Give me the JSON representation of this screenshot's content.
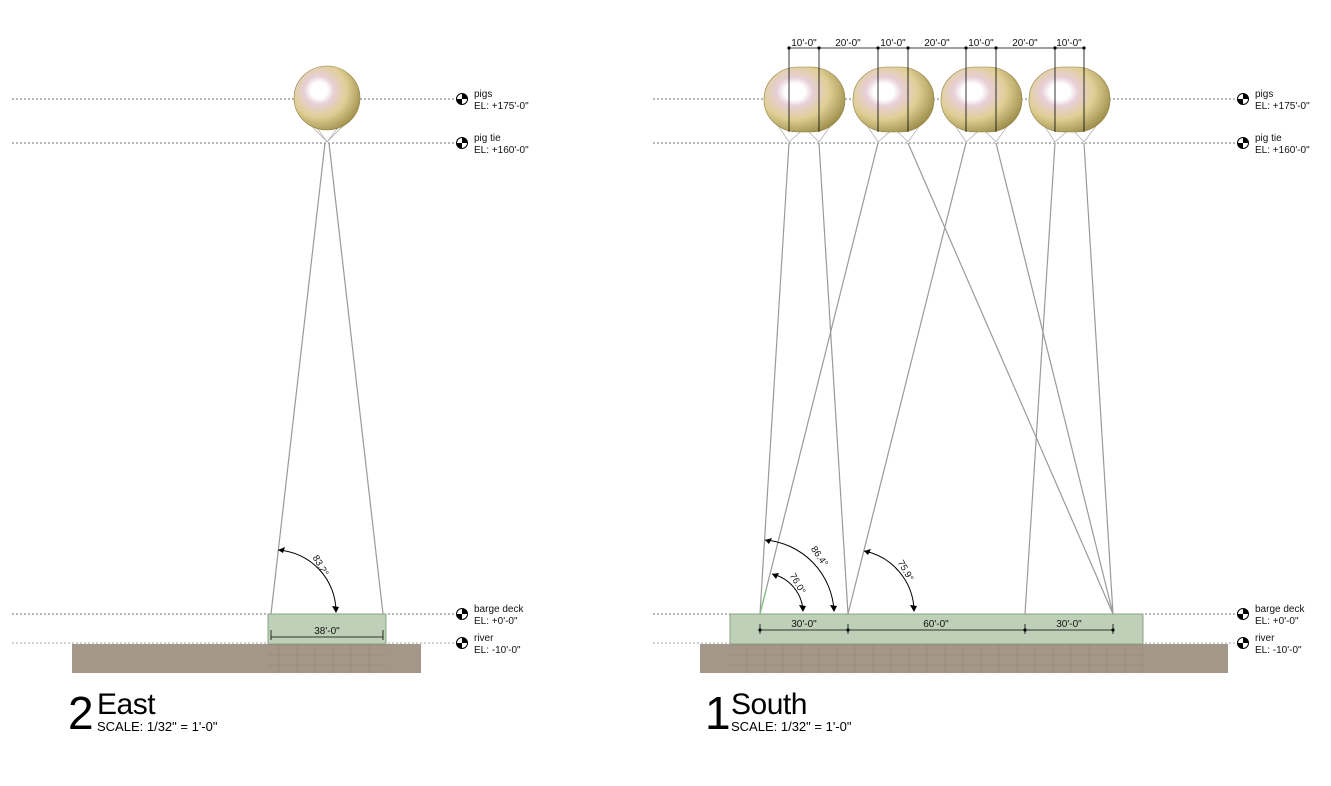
{
  "levels": {
    "pigs": {
      "name": "pigs",
      "el": "EL:  +175'-0\""
    },
    "pigtie": {
      "name": "pig tie",
      "el": "EL:  +160'-0\""
    },
    "deck": {
      "name": "barge deck",
      "el": "EL:  +0'-0\""
    },
    "river": {
      "name": "river",
      "el": "EL:  -10'-0\""
    }
  },
  "views": {
    "east": {
      "number": "2",
      "name": "East",
      "scale": "SCALE: 1/32\" = 1'-0\""
    },
    "south": {
      "number": "1",
      "name": "South",
      "scale": "SCALE: 1/32\" = 1'-0\""
    }
  },
  "dimensions": {
    "east_barge": "38'-0\"",
    "south_top": [
      "10'-0\"",
      "20'-0\"",
      "10'-0\"",
      "20'-0\"",
      "10'-0\"",
      "20'-0\"",
      "10'-0\""
    ],
    "south_bottom": [
      "30'-0\"",
      "60'-0\"",
      "30'-0\""
    ]
  },
  "angles": {
    "east": "83.2°",
    "south": [
      "86.4°",
      "76.0°",
      "75.9°"
    ]
  },
  "colors": {
    "balloon_fill": "#e2d39a",
    "barge_fill": "#bfd0b8",
    "river_fill": "#a4978a",
    "cable": "#9a9a9a"
  }
}
